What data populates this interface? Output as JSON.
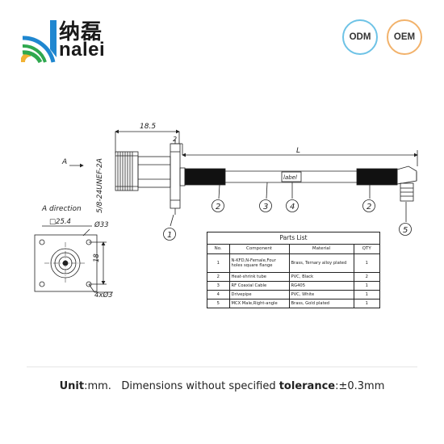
{
  "brand": {
    "name_cn": "纳磊",
    "name_en": "nalei",
    "badges": [
      "ODM",
      "OEM"
    ],
    "colors": {
      "logo_blue": "#1f87d0",
      "logo_green": "#2fa84f",
      "logo_yellow": "#f2b233",
      "badge_odm_ring": "#6ec3e6",
      "badge_oem_ring": "#f2b26b"
    }
  },
  "drawing": {
    "dim_length_top": "18.5",
    "dim_small": "2",
    "dim_length": "L",
    "thread": "5/8-24UNEF-2A",
    "view_arrow_label": "A",
    "view_title": "A direction",
    "dim_square": "□25.4",
    "dim_flange_dia": "Ø33",
    "dim_hole_spacing": "18",
    "dim_holes": "4xØ3",
    "label_tag": "label",
    "balloons": [
      "1",
      "2",
      "3",
      "4",
      "2",
      "5"
    ]
  },
  "parts_list": {
    "title": "Parts List",
    "headers": [
      "No.",
      "Component",
      "Material",
      "QTY"
    ],
    "rows": [
      {
        "no": "1",
        "component": "N-KFD,N-Female,Four holes square flange",
        "material": "Brass, Ternary alloy plated",
        "qty": "1"
      },
      {
        "no": "2",
        "component": "Heat-shrink tube",
        "material": "PVC, Black",
        "qty": "2"
      },
      {
        "no": "3",
        "component": "RF Coaxial Cable",
        "material": "RG405",
        "qty": "1"
      },
      {
        "no": "4",
        "component": "Drivepipe",
        "material": "PVC, White",
        "qty": "1"
      },
      {
        "no": "5",
        "component": "MCX Male,Right-angle",
        "material": "Brass, Gold plated",
        "qty": "1"
      }
    ]
  },
  "footer": {
    "unit_label": "Unit",
    "unit_value": ":mm.",
    "dims_text": "Dimensions without specified",
    "tolerance_label": "tolerance",
    "tolerance_value": ":±0.3mm"
  }
}
